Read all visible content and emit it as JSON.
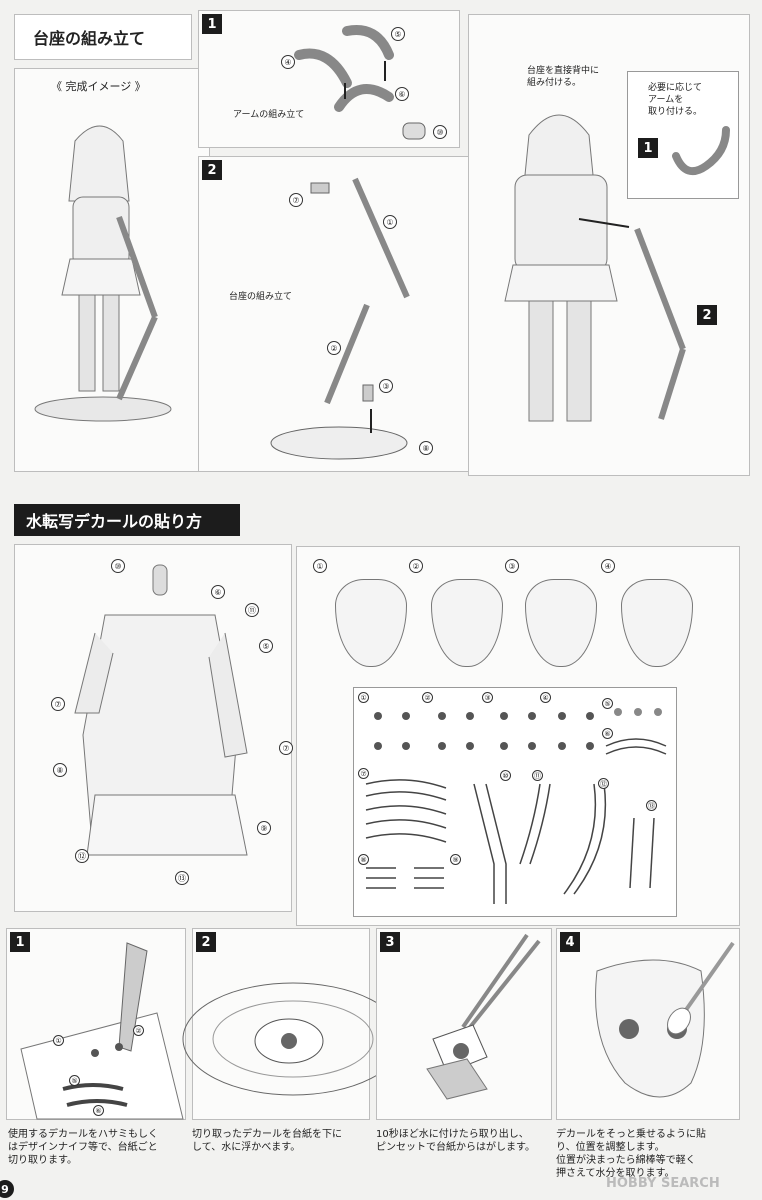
{
  "page_number": "9",
  "base": {
    "title": "台座の組み立て",
    "complete_image": "《 完成イメージ 》",
    "arm_assembly": "アームの組み立て",
    "base_assembly": "台座の組み立て",
    "attach_back": "台座を直接背中に\n組み付ける。",
    "attach_arm": "必要に応じて\nアームを\n取り付ける。",
    "step1": "1",
    "step2": "2",
    "step1b": "1",
    "step2b": "2"
  },
  "parts_numbers": {
    "n1": "①",
    "n2": "②",
    "n3": "③",
    "n4": "④",
    "n5": "⑤",
    "n6": "⑥",
    "n7": "⑦",
    "n8": "⑧",
    "n10": "⑩"
  },
  "decal": {
    "title": "水転写デカールの貼り方",
    "body_labels": [
      "⑩",
      "⑥",
      "⑪",
      "⑤",
      "⑦",
      "⑧",
      "⑦",
      "⑨",
      "⑫",
      "⑬"
    ],
    "face_labels": [
      "①",
      "②",
      "③",
      "④"
    ],
    "sheet_labels": [
      "①",
      "②",
      "③",
      "④",
      "⑤",
      "⑥",
      "⑦",
      "⑧",
      "⑨",
      "⑩",
      "⑪",
      "⑫",
      "⑬"
    ]
  },
  "steps": [
    {
      "num": "1",
      "text": "使用するデカールをハサミもしく\nはデザインナイフ等で、台紙ごと\n切り取ります。"
    },
    {
      "num": "2",
      "text": "切り取ったデカールを台紙を下に\nして、水に浮かべます。"
    },
    {
      "num": "3",
      "text": "10秒ほど水に付けたら取り出し、\nピンセットで台紙からはがします。"
    },
    {
      "num": "4",
      "text": "デカールをそっと乗せるように貼\nり、位置を調整します。\n位置が決まったら綿棒等で軽く\n押さえて水分を取ります。"
    }
  ],
  "mini_sheet_labels": [
    "①",
    "②",
    "⑤",
    "⑥"
  ],
  "watermark": "HOBBY SEARCH"
}
